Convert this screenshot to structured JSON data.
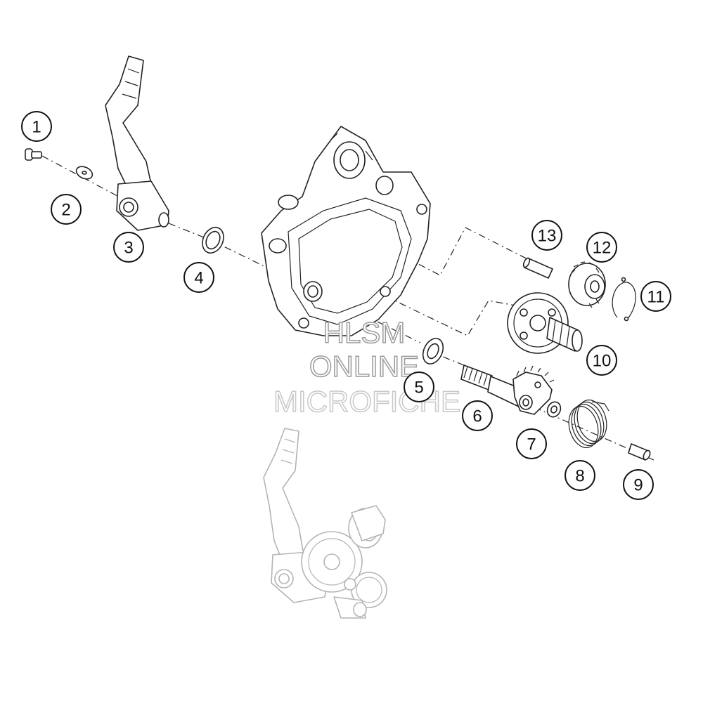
{
  "diagram": {
    "callouts": [
      {
        "label": "1"
      },
      {
        "label": "2"
      },
      {
        "label": "3"
      },
      {
        "label": "4"
      },
      {
        "label": "5"
      },
      {
        "label": "6"
      },
      {
        "label": "7"
      },
      {
        "label": "8"
      },
      {
        "label": "9"
      },
      {
        "label": "10"
      },
      {
        "label": "11"
      },
      {
        "label": "12"
      },
      {
        "label": "13"
      }
    ],
    "watermark": {
      "line1": "HLSM",
      "line2": "ONLINE",
      "line3": "MICROFICHE"
    },
    "colors": {
      "line": "#222222",
      "ghost": "#b4b4b4",
      "watermark": "#9a9a9a"
    }
  }
}
